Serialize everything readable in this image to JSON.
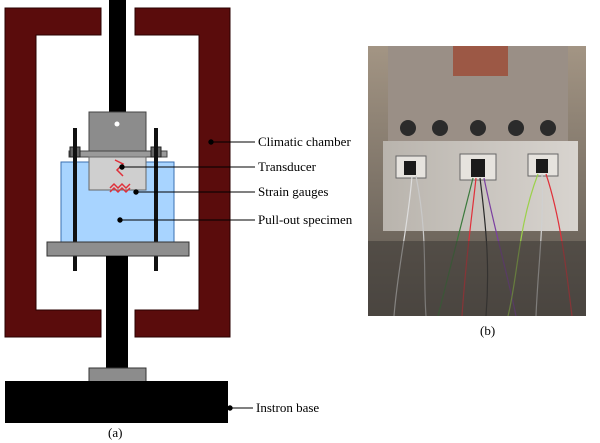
{
  "labels": {
    "climatic_chamber": "Climatic chamber",
    "transducer": "Transducer",
    "strain_gauges": "Strain gauges",
    "pullout_specimen": "Pull-out specimen",
    "instron_base": "Instron base"
  },
  "captions": {
    "a": "(a)",
    "b": "(b)"
  },
  "colors": {
    "chamber": "#5a0c0c",
    "rod": "#000000",
    "specimen": "#a8d4ff",
    "plate": "#909090",
    "clamp": "#808080",
    "strain_gauge": "#e0303a"
  }
}
